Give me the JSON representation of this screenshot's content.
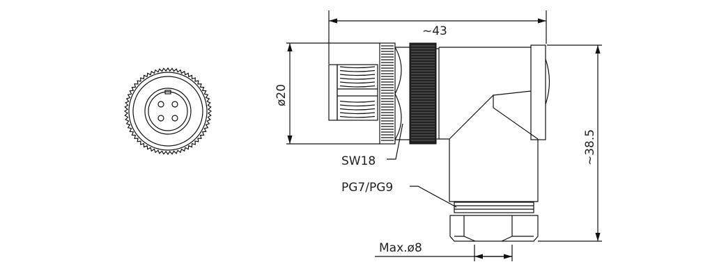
{
  "dimensions": {
    "overall_length": "~43",
    "diameter": "ø20",
    "wrench_size": "SW18",
    "cable_gland_thread": "PG7/PG9",
    "overall_height": "~38.5",
    "max_cable_diameter": "Max.ø8"
  },
  "colors": {
    "line": "#111111",
    "background": "#ffffff"
  }
}
